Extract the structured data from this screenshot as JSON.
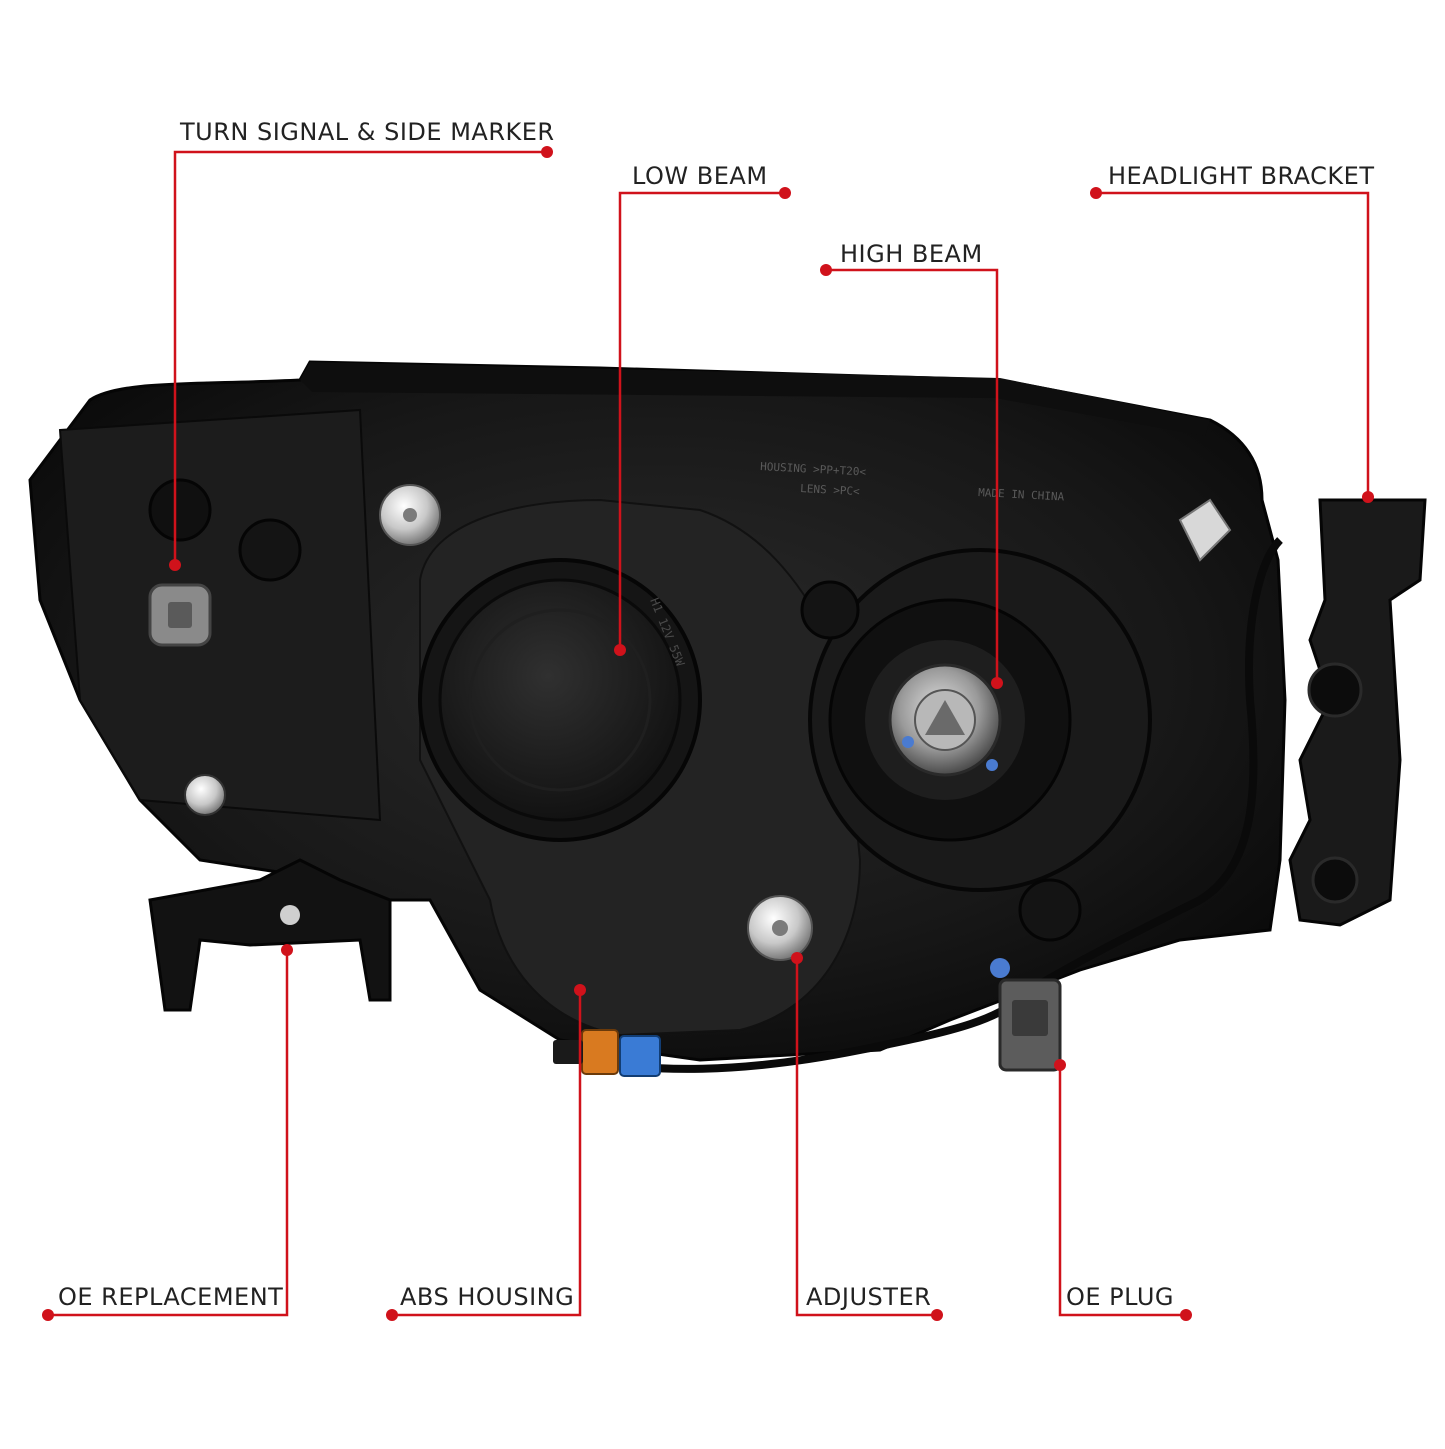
{
  "diagram": {
    "subject": "headlight-assembly-rear-view",
    "accent_color": "#d0121b",
    "printed_text": {
      "housing_mark": "HOUSING >PP+T20<",
      "lens_mark": "LENS >PC<",
      "origin_mark": "MADE IN CHINA",
      "bulb_mark": "H1 12V 55W"
    },
    "callouts": [
      {
        "id": "turn-signal-side-marker",
        "label": "TURN SIGNAL & SIDE MARKER"
      },
      {
        "id": "low-beam",
        "label": "LOW BEAM"
      },
      {
        "id": "headlight-bracket",
        "label": "HEADLIGHT BRACKET"
      },
      {
        "id": "high-beam",
        "label": "HIGH BEAM"
      },
      {
        "id": "oe-replacement",
        "label": "OE REPLACEMENT"
      },
      {
        "id": "abs-housing",
        "label": "ABS HOUSING"
      },
      {
        "id": "adjuster",
        "label": "ADJUSTER"
      },
      {
        "id": "oe-plug",
        "label": "OE PLUG"
      }
    ]
  }
}
